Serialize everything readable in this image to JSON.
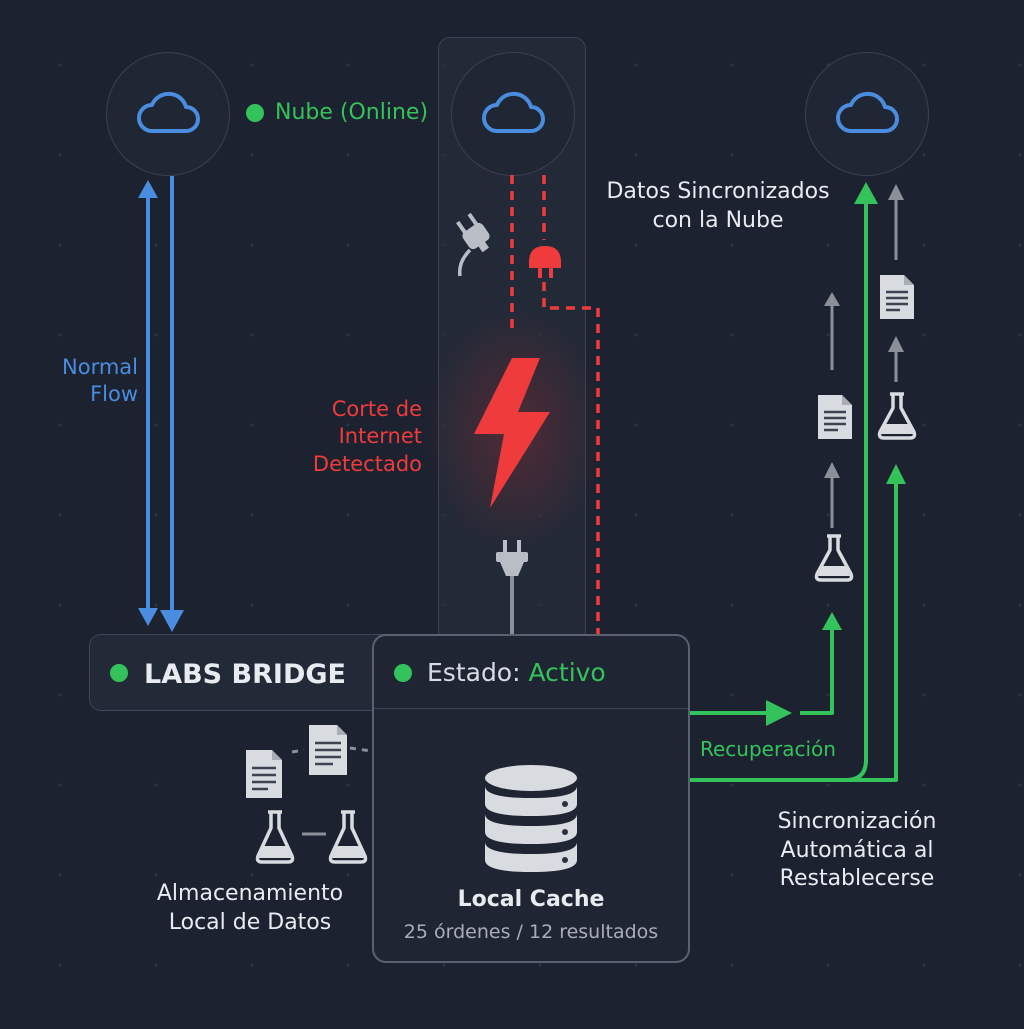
{
  "labels": {
    "cloud_status": "Nube (Online)",
    "normal_flow_1": "Normal",
    "normal_flow_2": "Flow",
    "outage_1": "Corte de",
    "outage_2": "Internet",
    "outage_3": "Detectado",
    "synced_1": "Datos Sincronizados",
    "synced_2": "con la Nube",
    "recovery": "Recuperación",
    "auto_sync_1": "Sincronización",
    "auto_sync_2": "Automática al",
    "auto_sync_3": "Restablecerse",
    "local_storage_1": "Almacenamiento",
    "local_storage_2": "Local de Datos"
  },
  "bridge": {
    "title": "LABS BRIDGE"
  },
  "cache": {
    "status_label": "Estado:",
    "status_value": "Activo",
    "title": "Local Cache",
    "stats": "25 órdenes / 12 resultados"
  },
  "colors": {
    "background": "#1c2230",
    "normal_flow": "#4a8de0",
    "online": "#34c35a",
    "alert": "#ef3b3b",
    "neutral": "#8a8f98",
    "text": "#e8ebf0"
  },
  "icons": [
    "cloud-icon",
    "unplugged-plug-icon",
    "plug-icon",
    "lightning-bolt-icon",
    "database-icon",
    "document-icon",
    "flask-icon",
    "arrow-icon"
  ]
}
